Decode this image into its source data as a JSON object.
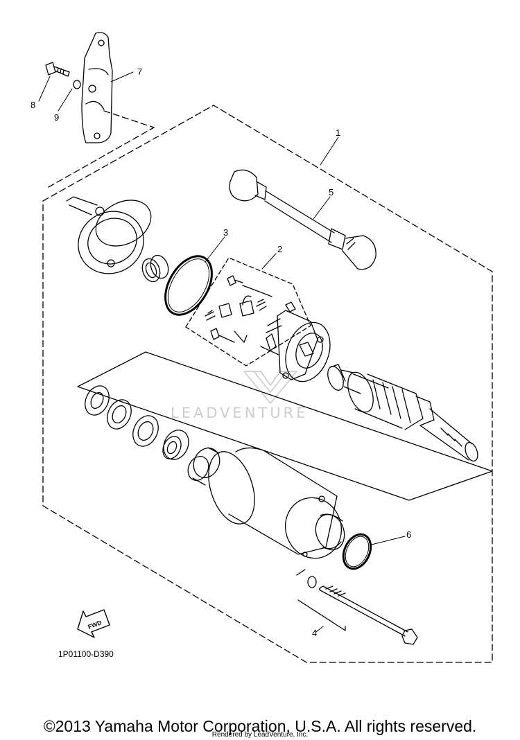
{
  "diagram": {
    "callouts": [
      "1",
      "2",
      "3",
      "4",
      "5",
      "6",
      "7",
      "8",
      "9"
    ],
    "drawing_code": "1P01100-D390",
    "fwd_label": "FWD",
    "watermark": "LEADVENTURE"
  },
  "footer": {
    "copyright": "©2013 Yamaha Motor Corporation, U.S.A. All rights reserved.",
    "rendered_by": "Rendered by LeadVenture, Inc."
  }
}
